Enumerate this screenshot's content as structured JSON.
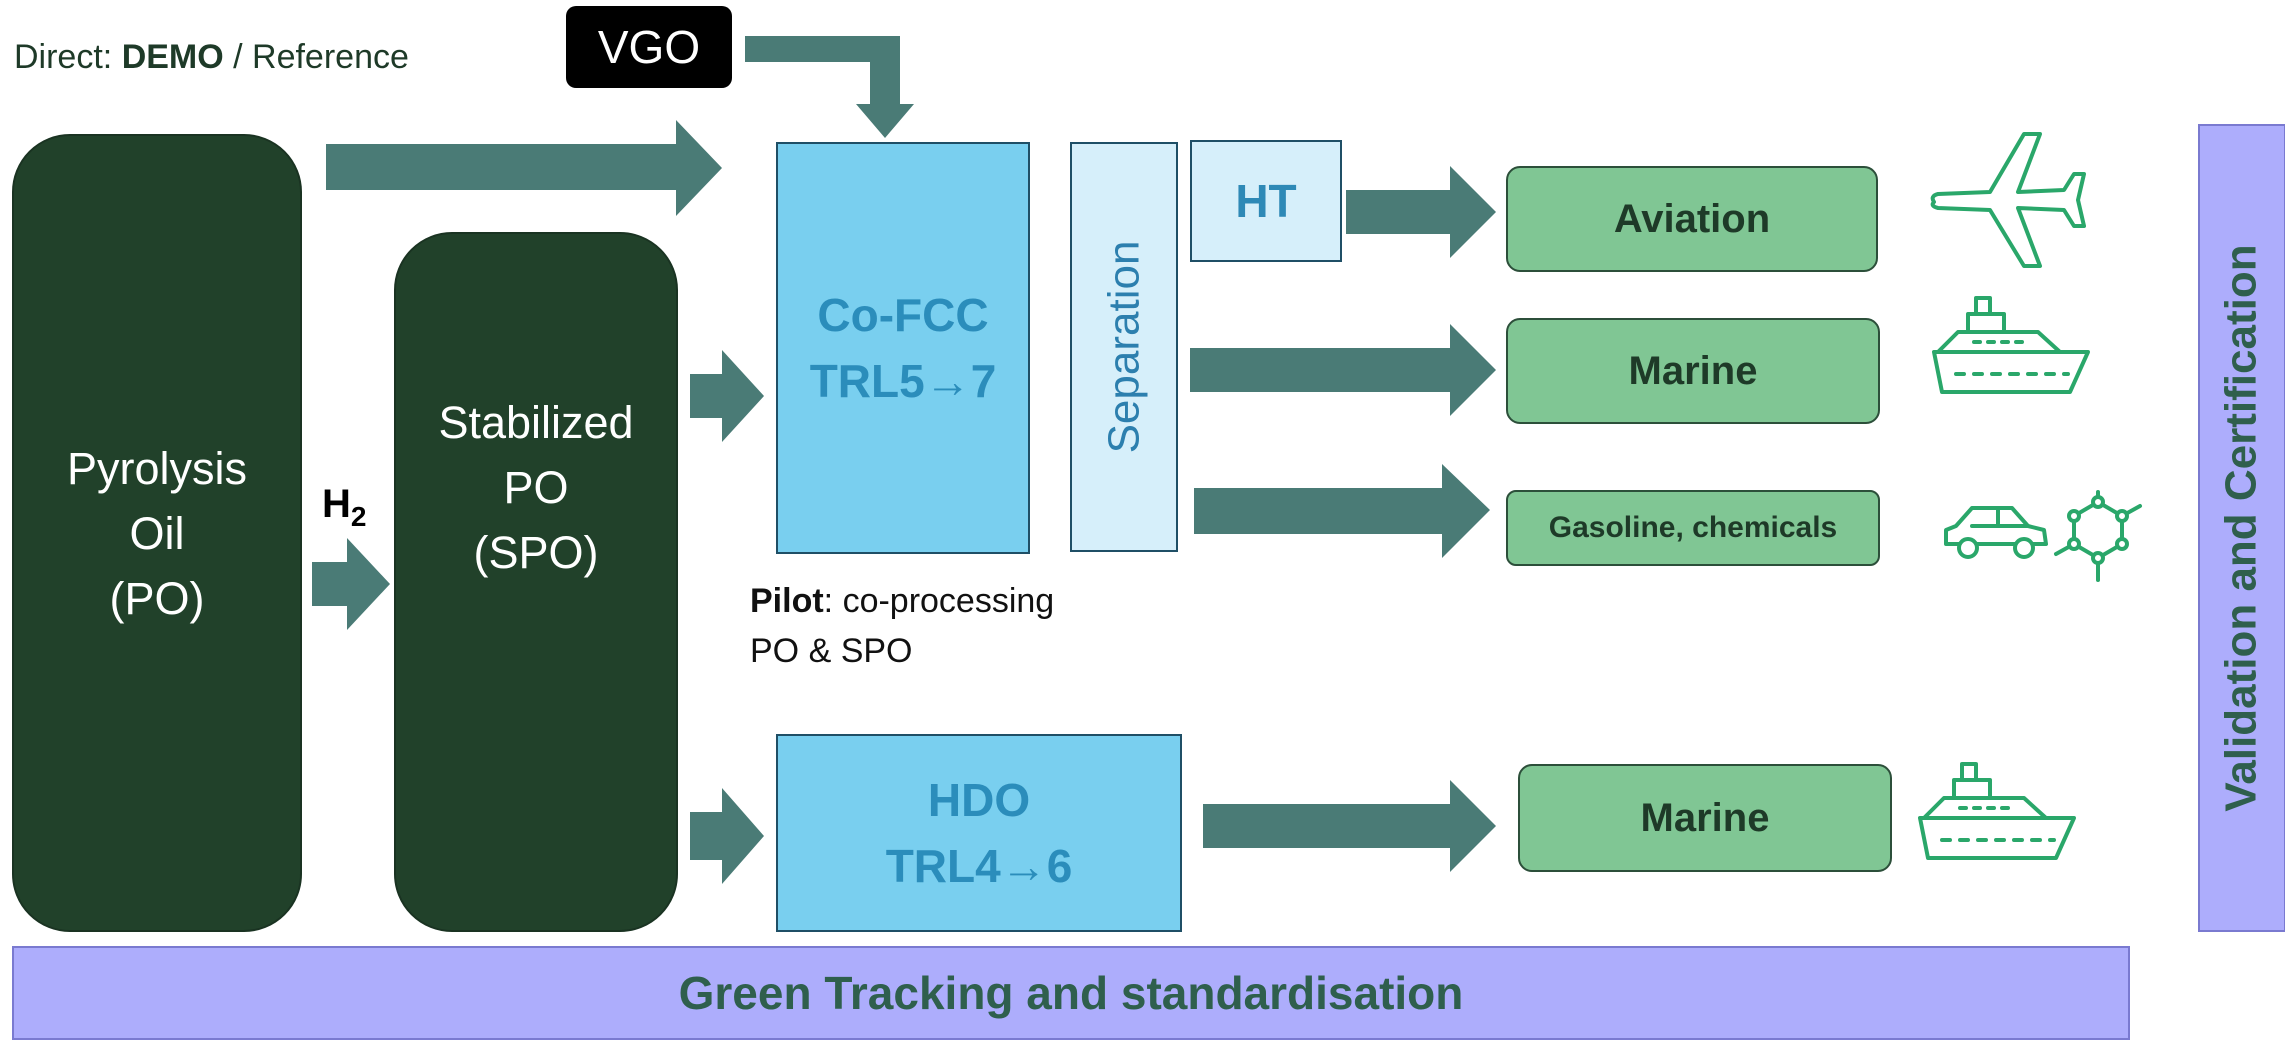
{
  "legend": {
    "prefix": "Direct: ",
    "demo": "DEMO",
    "suffix": " / Reference"
  },
  "vgo": "VGO",
  "pyrolysis_oil": [
    "Pyrolysis",
    "Oil",
    "(PO)"
  ],
  "hydrogen": {
    "base": "H",
    "subscript": "2"
  },
  "stabilized_po": [
    "Stabilized",
    "PO",
    "(SPO)"
  ],
  "co_fcc": [
    "Co-FCC",
    "TRL5→7"
  ],
  "separation": "Separation",
  "ht": "HT",
  "pilot_note": {
    "bold": "Pilot",
    "rest": ": co-processing",
    "line2": "PO & SPO"
  },
  "hdo": [
    "HDO",
    "TRL4→6"
  ],
  "products": {
    "aviation": "Aviation",
    "marine_top": "Marine",
    "gasoline": "Gasoline, chemicals",
    "marine_bottom": "Marine"
  },
  "icons": [
    "airplane-icon",
    "ship-icon",
    "car-icon",
    "molecule-icon",
    "ship-icon"
  ],
  "validation": "Validation and Certification",
  "green_tracking": "Green Tracking and standardisation",
  "colors": {
    "dark_green": "#21412a",
    "co_fcc_blue": "#79cfef",
    "light_blue": "#d6effa",
    "product_green": "#80c694",
    "purple": "#adadfc",
    "arrow": "#4a7b76",
    "icon_green": "#2aa76a"
  }
}
